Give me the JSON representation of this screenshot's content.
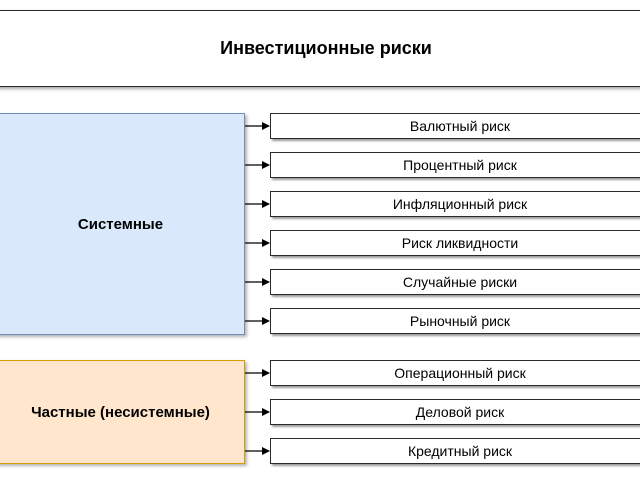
{
  "title": "Инвестиционные риски",
  "groups": [
    {
      "label": "Системные",
      "fill": "#dae8fc",
      "stroke": "#6c8ebf",
      "risks": [
        "Валютный риск",
        "Процентный риск",
        "Инфляционный риск",
        "Риск ликвидности",
        "Случайные риски",
        "Рыночный риск"
      ]
    },
    {
      "label": "Частные (несистемные)",
      "fill": "#ffe6cc",
      "stroke": "#d79b00",
      "risks": [
        "Операционный риск",
        "Деловой риск",
        "Кредитный риск"
      ]
    }
  ]
}
